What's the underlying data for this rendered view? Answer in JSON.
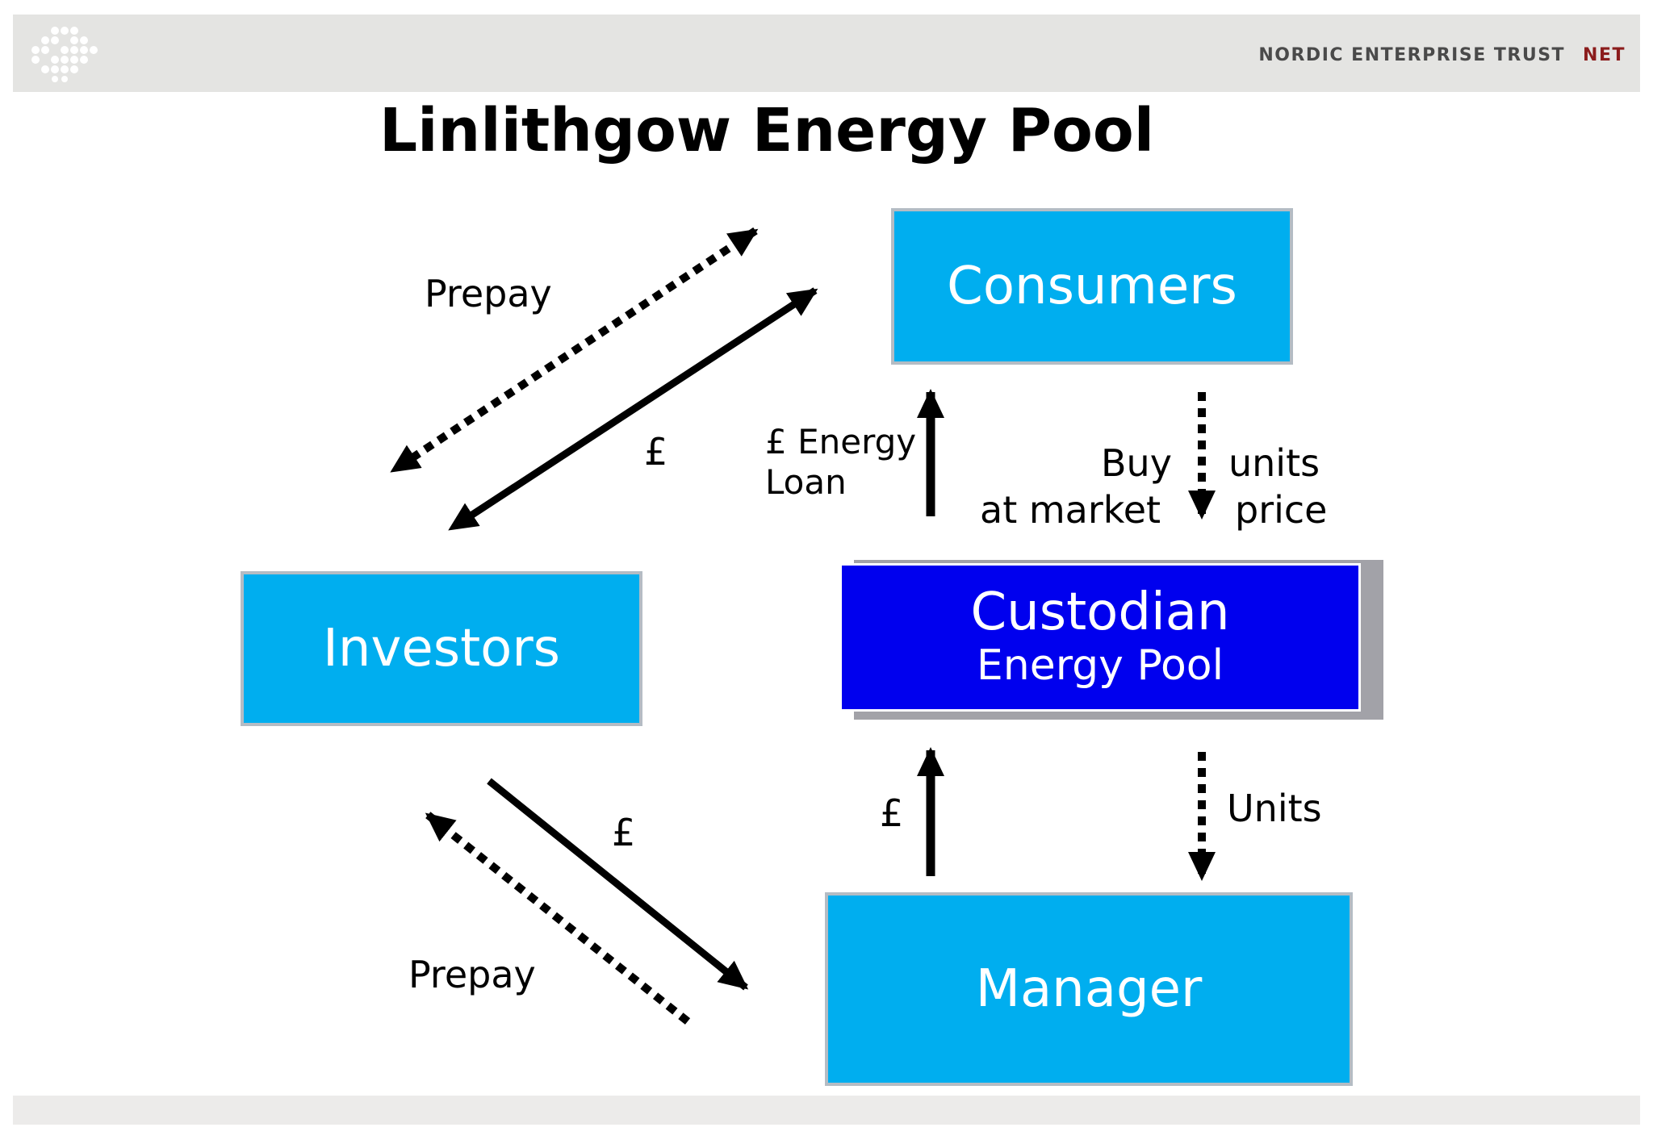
{
  "header": {
    "brand_name": "NORDIC ENTERPRISE TRUST",
    "brand_abbr": "NET"
  },
  "title": "Linlithgow Energy Pool",
  "nodes": {
    "consumers": "Consumers",
    "investors": "Investors",
    "custodian_main": "Custodian",
    "custodian_sub": "Energy Pool",
    "manager": "Manager"
  },
  "edges": {
    "prepay_top": "Prepay",
    "pound_top": "£",
    "energy_loan_line1": "£ Energy",
    "energy_loan_line2": "Loan",
    "buy_line1": "Buy",
    "buy_line2": "at market",
    "units_price_line1": "units",
    "units_price_line2": "price",
    "pound_bottom_left": "£",
    "prepay_bottom": "Prepay",
    "pound_manager": "£",
    "units_manager": "Units"
  },
  "colors": {
    "node_fill": "#00aeef",
    "custodian_fill": "#0000ee",
    "node_border": "#b4bcc4",
    "brand_accent": "#8b1c1c"
  }
}
